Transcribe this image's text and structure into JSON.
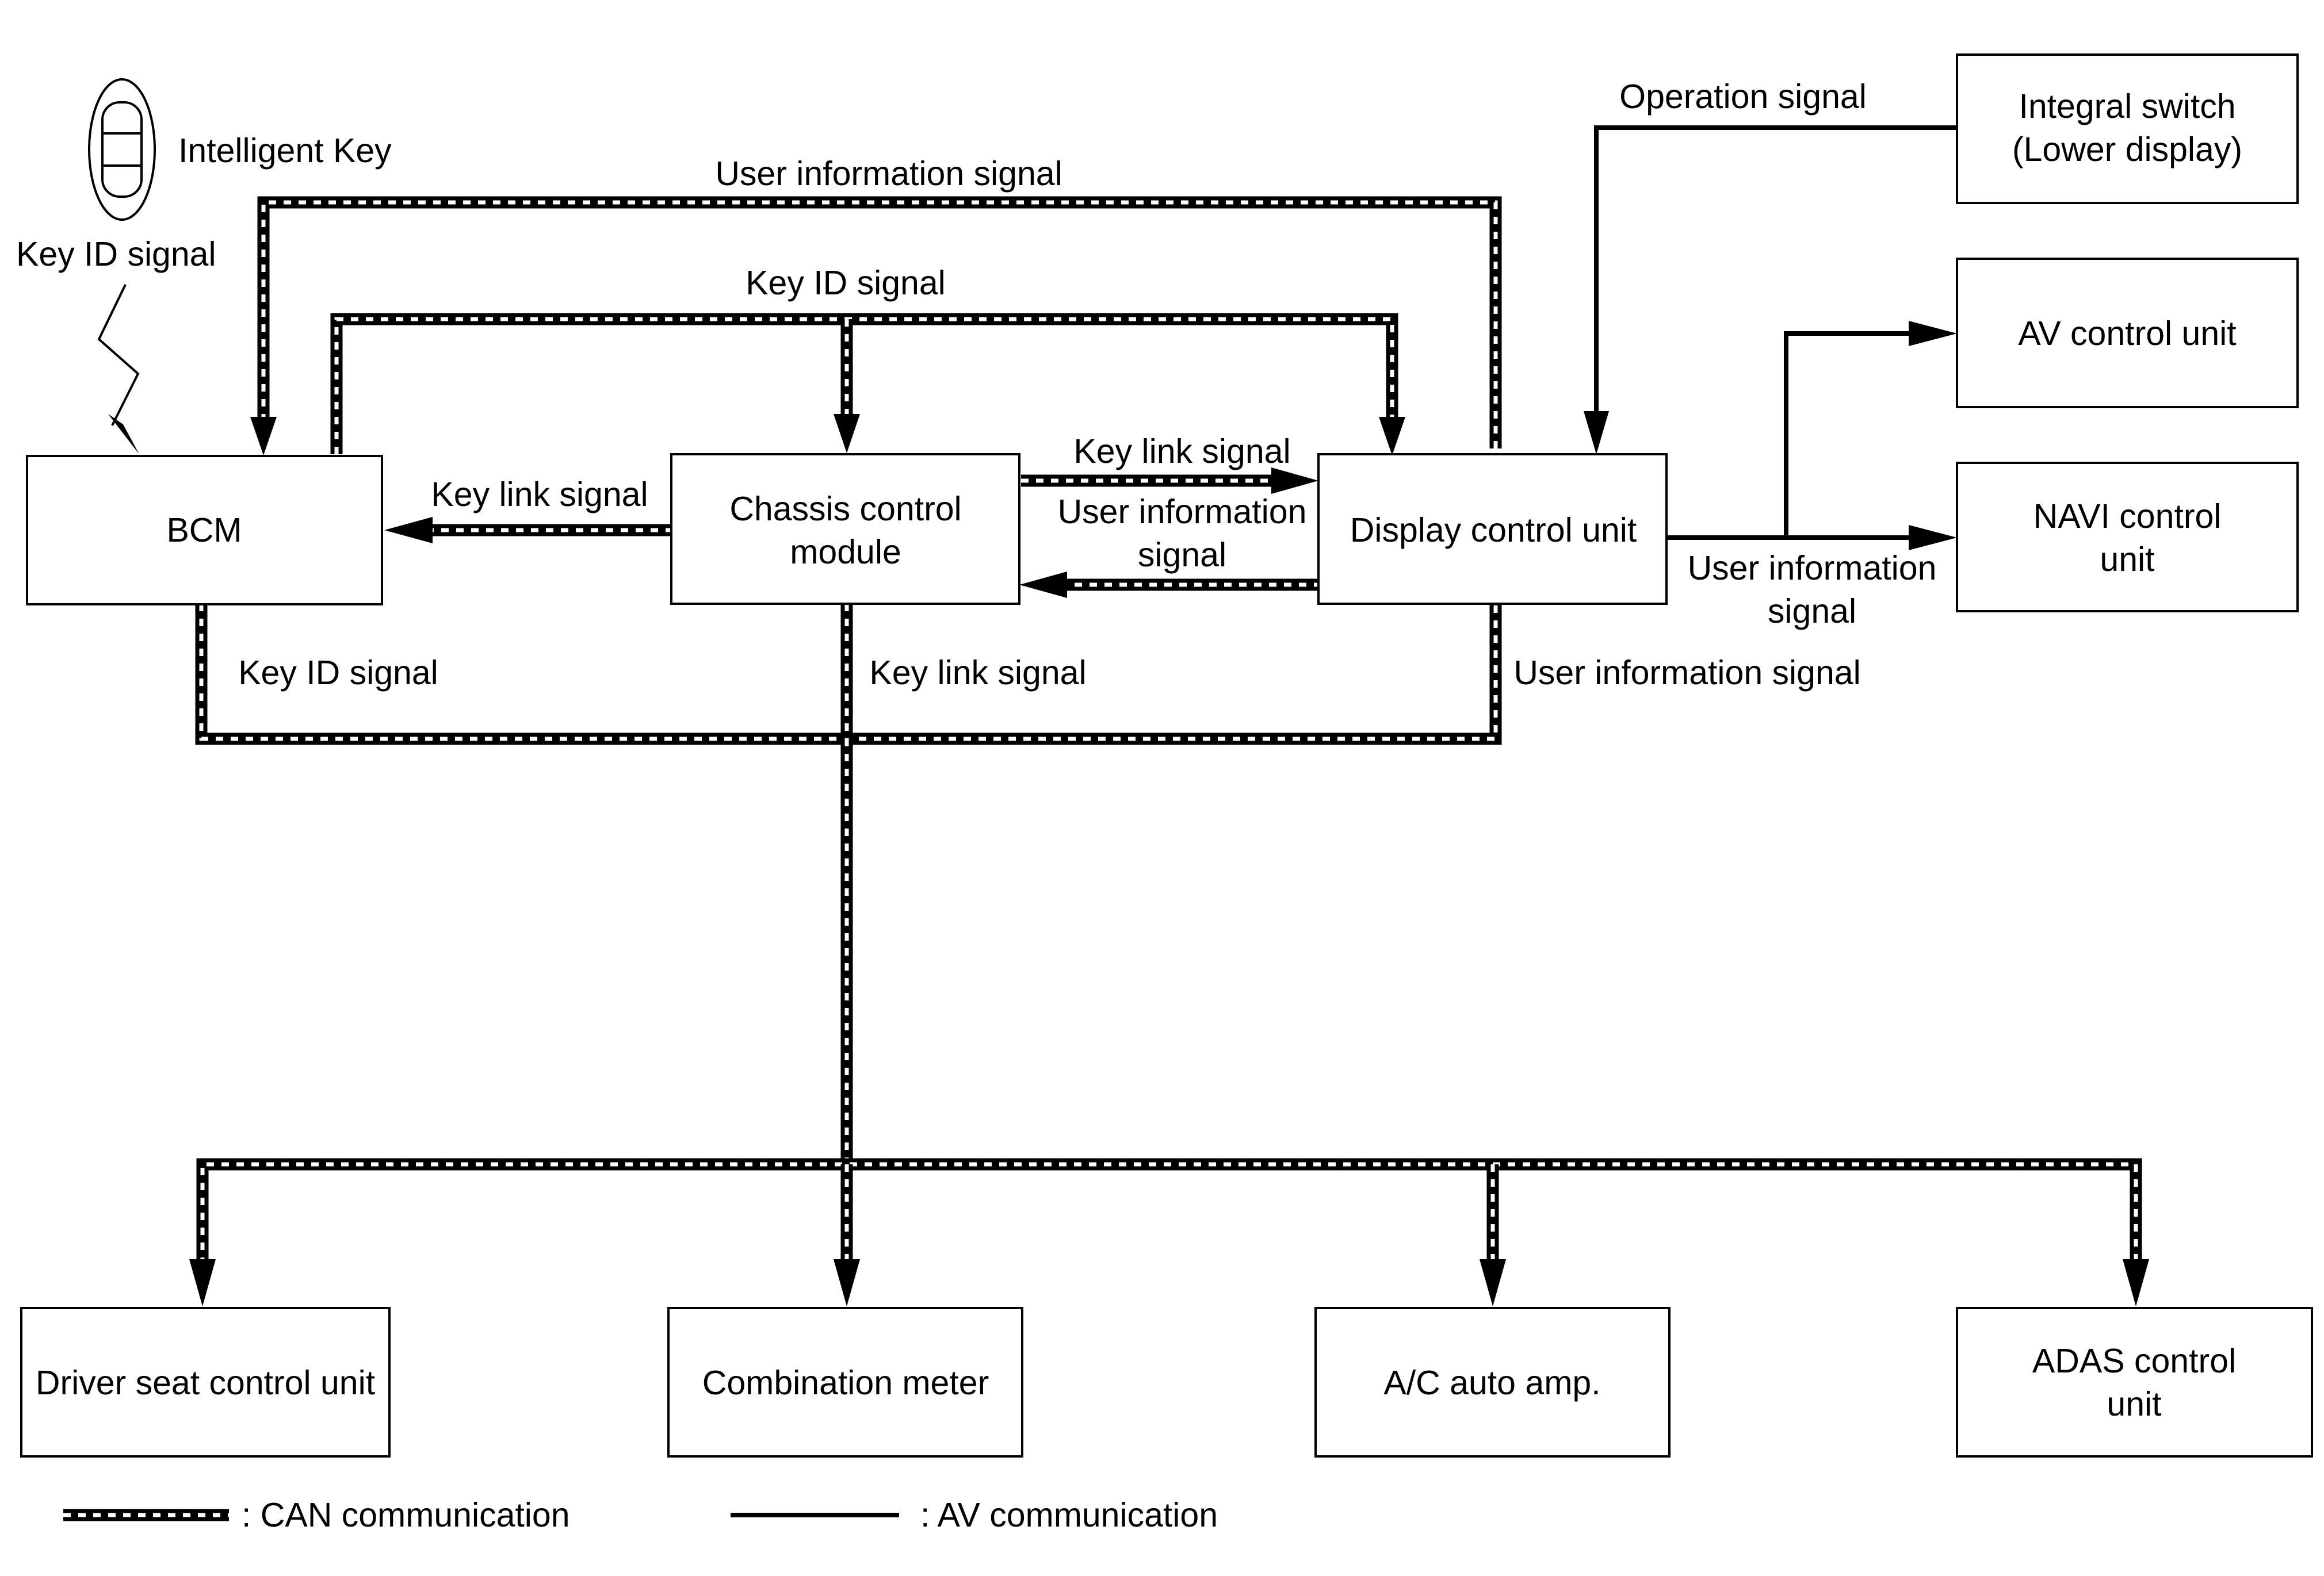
{
  "units": {
    "intelligent_key": "Intelligent Key",
    "bcm": "BCM",
    "chassis_l1": "Chassis control",
    "chassis_l2": "module",
    "display": "Display control unit",
    "integral_l1": "Integral switch",
    "integral_l2": "(Lower display)",
    "av_control": "AV control unit",
    "navi_l1": "NAVI control",
    "navi_l2": "unit",
    "driver_seat": "Driver seat control unit",
    "combination_meter": "Combination meter",
    "ac_amp": "A/C auto amp.",
    "adas_l1": "ADAS control",
    "adas_l2": "unit"
  },
  "signals": {
    "key_id_wireless": "Key ID signal",
    "user_info_top": "User information signal",
    "key_id_top": "Key ID signal",
    "operation": "Operation signal",
    "key_link_to_bcm": "Key link signal",
    "key_link_to_display": "Key link signal",
    "user_info_mid_l1": "User information",
    "user_info_mid_l2": "signal",
    "user_info_right_l1": "User information",
    "user_info_right_l2": "signal",
    "key_id_lower": "Key ID signal",
    "key_link_lower": "Key link signal",
    "user_info_lower": "User information signal"
  },
  "legend": {
    "can": ": CAN communication",
    "av": ": AV communication"
  }
}
